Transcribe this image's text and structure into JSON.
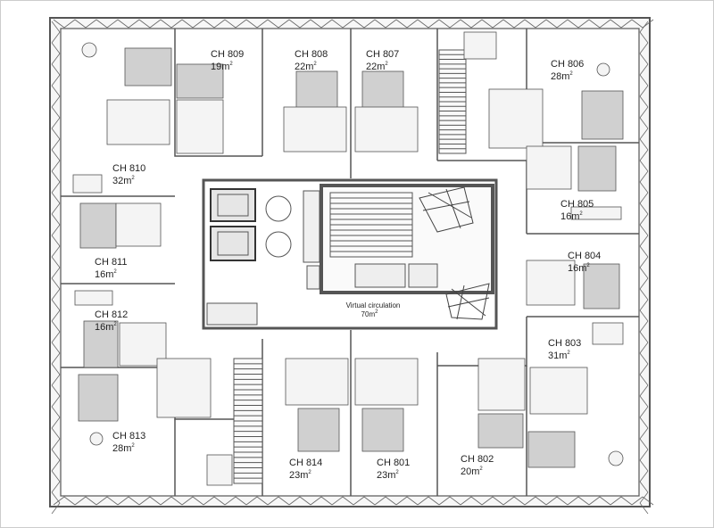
{
  "rooms": [
    {
      "name": "CH 809",
      "area": "19m",
      "unit": "2"
    },
    {
      "name": "CH 808",
      "area": "22m",
      "unit": "2"
    },
    {
      "name": "CH 807",
      "area": "22m",
      "unit": "2"
    },
    {
      "name": "CH 806",
      "area": "28m",
      "unit": "2"
    },
    {
      "name": "CH 810",
      "area": "32m",
      "unit": "2"
    },
    {
      "name": "CH 805",
      "area": "16m",
      "unit": "2"
    },
    {
      "name": "CH 811",
      "area": "16m",
      "unit": "2"
    },
    {
      "name": "CH 804",
      "area": "16m",
      "unit": "2"
    },
    {
      "name": "CH 812",
      "area": "16m",
      "unit": "2"
    },
    {
      "name": "CH 803",
      "area": "31m",
      "unit": "2"
    },
    {
      "name": "CH 813",
      "area": "28m",
      "unit": "2"
    },
    {
      "name": "CH 814",
      "area": "23m",
      "unit": "2"
    },
    {
      "name": "CH 801",
      "area": "23m",
      "unit": "2"
    },
    {
      "name": "CH 802",
      "area": "20m",
      "unit": "2"
    }
  ],
  "circulation": {
    "name": "Virtual circulation",
    "area": "70m",
    "unit": "2"
  },
  "colors": {
    "wall": "#555555",
    "furniture": "#d0d0d0",
    "background": "#ffffff"
  }
}
